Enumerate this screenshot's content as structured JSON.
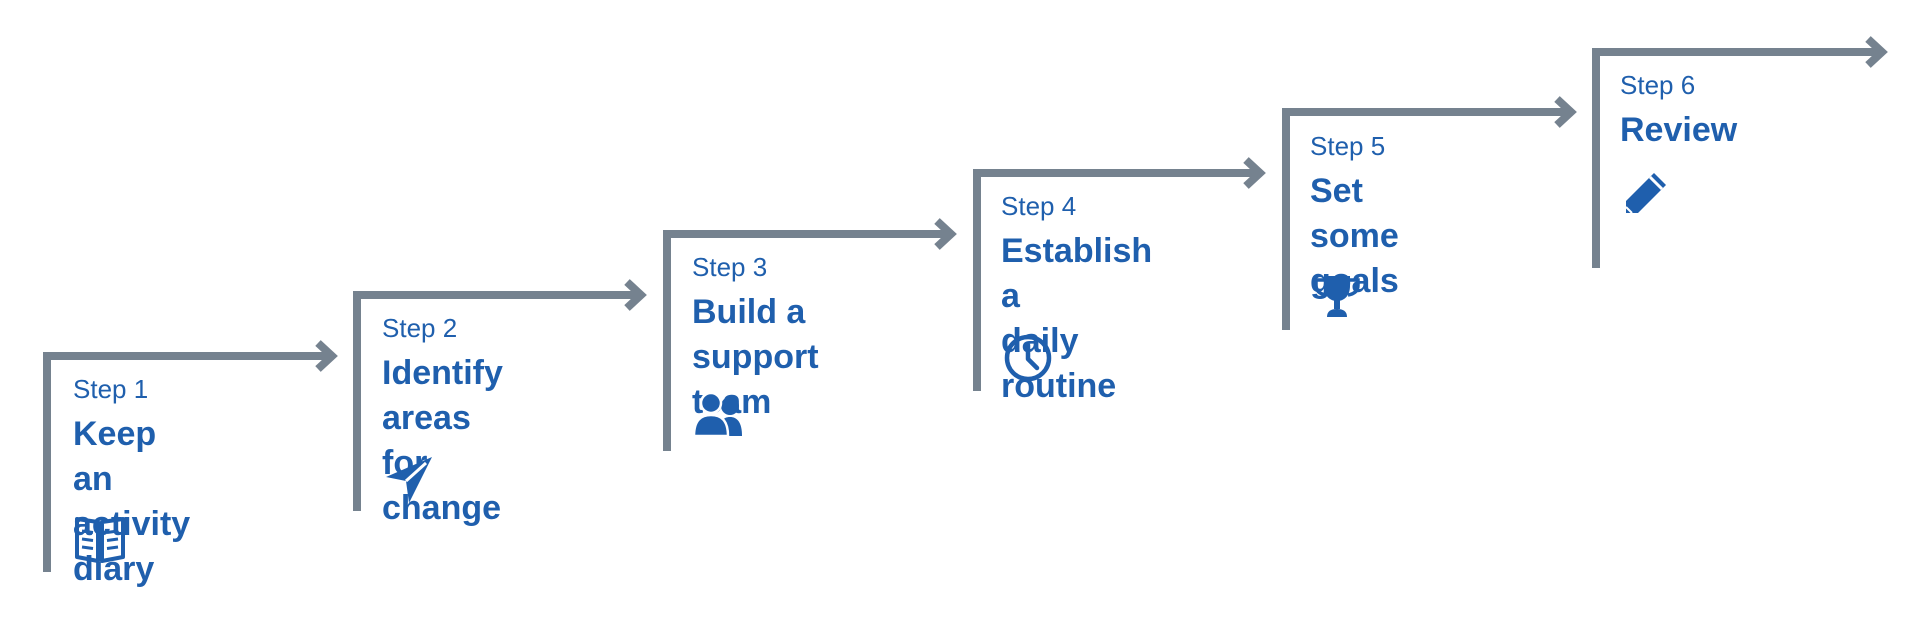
{
  "colors": {
    "line": "#75828f",
    "text": "#1f5fad",
    "background": "#ffffff"
  },
  "steps": [
    {
      "label": "Step 1",
      "title": "Keep an\nactivity diary",
      "icon": "book-icon"
    },
    {
      "label": "Step 2",
      "title": "Identify areas\nfor change",
      "icon": "navigation-arrow-icon"
    },
    {
      "label": "Step 3",
      "title": "Build a\nsupport team",
      "icon": "people-icon"
    },
    {
      "label": "Step 4",
      "title": "Establish a\ndaily routine",
      "icon": "clock-icon"
    },
    {
      "label": "Step 5",
      "title": "Set some\ngoals",
      "icon": "trophy-icon"
    },
    {
      "label": "Step 6",
      "title": "Review",
      "icon": "pencil-icon"
    }
  ]
}
